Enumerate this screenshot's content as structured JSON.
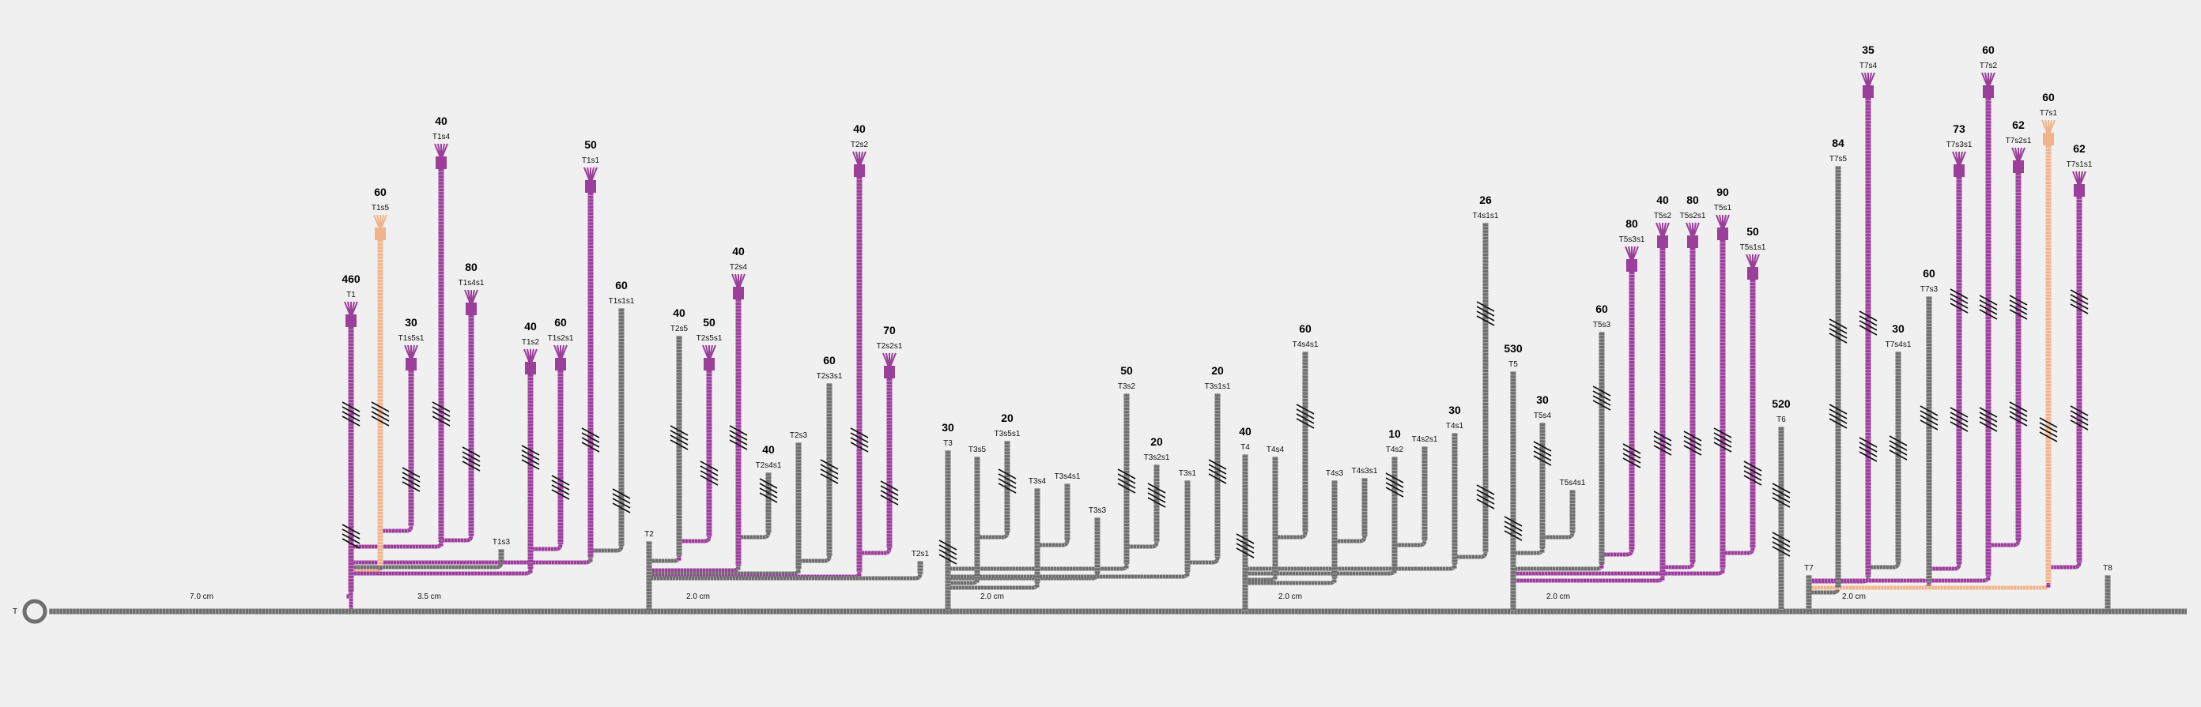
{
  "root_label": "T",
  "trunk_segments": [
    {
      "distance": "7.0 cm"
    },
    {
      "distance": "3.5 cm"
    },
    {
      "distance": "2.0 cm"
    },
    {
      "distance": "2.0 cm"
    },
    {
      "distance": "2.0 cm"
    },
    {
      "distance": "2.0 cm"
    },
    {
      "distance": "2.0 cm"
    }
  ],
  "colors": {
    "gray": "#6e6e6e",
    "purple": "#9b3f9b",
    "peach": "#f0b48c",
    "background": "#f0f0f0"
  },
  "stems": [
    {
      "id": "T1",
      "number": "460",
      "color": "purple",
      "bloom": true
    },
    {
      "id": "T1s5",
      "number": "60",
      "color": "peach",
      "bloom": true
    },
    {
      "id": "T1s5s1",
      "number": "30",
      "color": "purple",
      "bloom": true
    },
    {
      "id": "T1s4",
      "number": "40",
      "color": "purple",
      "bloom": true
    },
    {
      "id": "T1s4s1",
      "number": "80",
      "color": "purple",
      "bloom": true
    },
    {
      "id": "T1s3",
      "number": "",
      "color": "gray",
      "bloom": false
    },
    {
      "id": "T1s2",
      "number": "40",
      "color": "purple",
      "bloom": true
    },
    {
      "id": "T1s2s1",
      "number": "60",
      "color": "purple",
      "bloom": true
    },
    {
      "id": "T1s1",
      "number": "50",
      "color": "purple",
      "bloom": true
    },
    {
      "id": "T1s1s1",
      "number": "60",
      "color": "gray",
      "bloom": false
    },
    {
      "id": "T2",
      "number": "",
      "color": "gray",
      "bloom": false
    },
    {
      "id": "T2s5",
      "number": "40",
      "color": "gray",
      "bloom": false
    },
    {
      "id": "T2s5s1",
      "number": "50",
      "color": "purple",
      "bloom": true
    },
    {
      "id": "T2s4",
      "number": "40",
      "color": "purple",
      "bloom": true
    },
    {
      "id": "T2s4s1",
      "number": "40",
      "color": "gray",
      "bloom": false
    },
    {
      "id": "T2s3",
      "number": "",
      "color": "gray",
      "bloom": false
    },
    {
      "id": "T2s3s1",
      "number": "60",
      "color": "gray",
      "bloom": false
    },
    {
      "id": "T2s2",
      "number": "40",
      "color": "purple",
      "bloom": true
    },
    {
      "id": "T2s2s1",
      "number": "70",
      "color": "purple",
      "bloom": true
    },
    {
      "id": "T2s1",
      "number": "",
      "color": "gray",
      "bloom": false
    },
    {
      "id": "T3",
      "number": "30",
      "color": "gray",
      "bloom": false
    },
    {
      "id": "T3s5",
      "number": "",
      "color": "gray",
      "bloom": false
    },
    {
      "id": "T3s5s1",
      "number": "20",
      "color": "gray",
      "bloom": false
    },
    {
      "id": "T3s4",
      "number": "",
      "color": "gray",
      "bloom": false
    },
    {
      "id": "T3s4s1",
      "number": "",
      "color": "gray",
      "bloom": false
    },
    {
      "id": "T3s3",
      "number": "",
      "color": "gray",
      "bloom": false
    },
    {
      "id": "T3s2",
      "number": "50",
      "color": "gray",
      "bloom": false
    },
    {
      "id": "T3s2s1",
      "number": "20",
      "color": "gray",
      "bloom": false
    },
    {
      "id": "T3s1",
      "number": "",
      "color": "gray",
      "bloom": false
    },
    {
      "id": "T3s1s1",
      "number": "20",
      "color": "gray",
      "bloom": false
    },
    {
      "id": "T4",
      "number": "40",
      "color": "gray",
      "bloom": false
    },
    {
      "id": "T4s4",
      "number": "",
      "color": "gray",
      "bloom": false
    },
    {
      "id": "T4s4s1",
      "number": "60",
      "color": "gray",
      "bloom": false
    },
    {
      "id": "T4s3",
      "number": "",
      "color": "gray",
      "bloom": false
    },
    {
      "id": "T4s3s1",
      "number": "",
      "color": "gray",
      "bloom": false
    },
    {
      "id": "T4s2",
      "number": "10",
      "color": "gray",
      "bloom": false
    },
    {
      "id": "T4s2s1",
      "number": "",
      "color": "gray",
      "bloom": false
    },
    {
      "id": "T4s1",
      "number": "30",
      "color": "gray",
      "bloom": false
    },
    {
      "id": "T4s1s1",
      "number": "26",
      "color": "gray",
      "bloom": false
    },
    {
      "id": "T5",
      "number": "530",
      "color": "gray",
      "bloom": false
    },
    {
      "id": "T5s4",
      "number": "30",
      "color": "gray",
      "bloom": false
    },
    {
      "id": "T5s4s1",
      "number": "",
      "color": "gray",
      "bloom": false
    },
    {
      "id": "T5s3",
      "number": "60",
      "color": "gray",
      "bloom": false
    },
    {
      "id": "T5s3s1",
      "number": "80",
      "color": "purple",
      "bloom": true
    },
    {
      "id": "T5s2",
      "number": "40",
      "color": "purple",
      "bloom": true
    },
    {
      "id": "T5s2s1",
      "number": "80",
      "color": "purple",
      "bloom": true
    },
    {
      "id": "T5s1",
      "number": "90",
      "color": "purple",
      "bloom": true
    },
    {
      "id": "T5s1s1",
      "number": "50",
      "color": "purple",
      "bloom": true
    },
    {
      "id": "T6",
      "number": "520",
      "color": "gray",
      "bloom": false
    },
    {
      "id": "T7",
      "number": "",
      "color": "gray",
      "bloom": false
    },
    {
      "id": "T7s5",
      "number": "84",
      "color": "gray",
      "bloom": false
    },
    {
      "id": "T7s4",
      "number": "35",
      "color": "purple",
      "bloom": true
    },
    {
      "id": "T7s4s1",
      "number": "30",
      "color": "gray",
      "bloom": false
    },
    {
      "id": "T7s3",
      "number": "60",
      "color": "gray",
      "bloom": false
    },
    {
      "id": "T7s3s1",
      "number": "73",
      "color": "purple",
      "bloom": true
    },
    {
      "id": "T7s2",
      "number": "60",
      "color": "purple",
      "bloom": true
    },
    {
      "id": "T7s2s1",
      "number": "62",
      "color": "purple",
      "bloom": true
    },
    {
      "id": "T7s1",
      "number": "60",
      "color": "peach",
      "bloom": true
    },
    {
      "id": "T7s1s1",
      "number": "62",
      "color": "purple",
      "bloom": true
    },
    {
      "id": "T8",
      "number": "",
      "color": "gray",
      "bloom": false
    }
  ]
}
